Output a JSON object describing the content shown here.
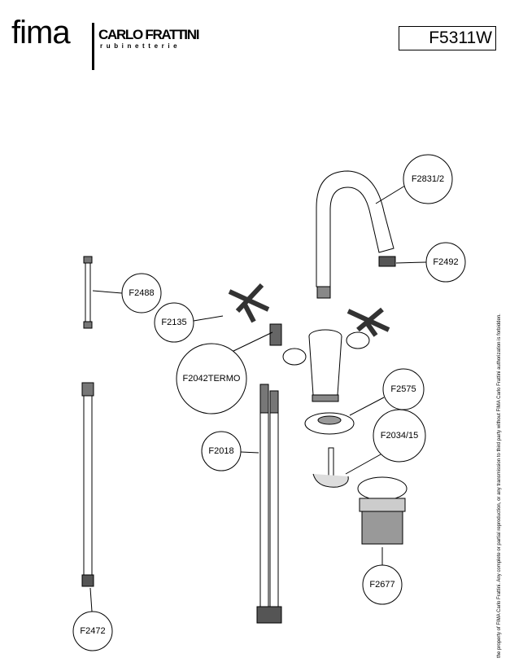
{
  "header": {
    "brand": "fima",
    "brand2": "CARLO FRATTINI",
    "brand_sub": "rubinetterie",
    "product_code": "F5311W"
  },
  "parts": [
    {
      "code": "F2831/2"
    },
    {
      "code": "F2492"
    },
    {
      "code": "F2488"
    },
    {
      "code": "F2135"
    },
    {
      "code": "F2042TERMO"
    },
    {
      "code": "F2575"
    },
    {
      "code": "F2018"
    },
    {
      "code": "F2034/15"
    },
    {
      "code": "F2677"
    },
    {
      "code": "F2472"
    }
  ],
  "footer": {
    "copyright": "the property of FIMA Carlo Frattini. Any complete or partial reproduction, or any transmission to third party without FIMA Carlo Frattini authorization is forbidden."
  }
}
